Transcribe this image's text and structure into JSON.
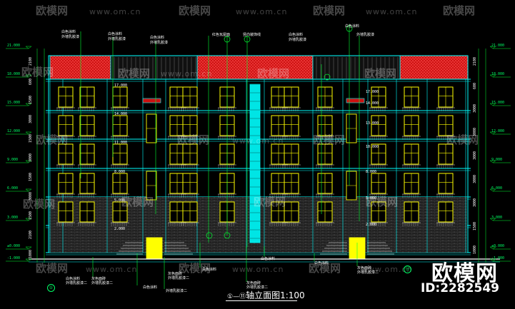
{
  "drawing": {
    "title": "①—⑪轴立面图1:100",
    "title_prefix": "①—⑪",
    "title_suffix": "轴立面图1:100",
    "axis_start": "①",
    "axis_end": "⑪"
  },
  "watermark": {
    "brand": "欧模网",
    "site": "www.om.cn",
    "id_text": "ID:2282549"
  },
  "elevations_left": [
    "21.000",
    "18.000",
    "15.000",
    "12.000",
    "9.000",
    "6.000",
    "3.000",
    "±0.000",
    "-1.000"
  ],
  "elevations_right": [
    "21.000",
    "18.000",
    "15.000",
    "12.000",
    "9.000",
    "6.000",
    "3.000",
    "±0.000",
    "-1.000"
  ],
  "floor_levels_center": [
    "17.000",
    "14.000",
    "11.000",
    "8.000",
    "5.000",
    "2.000"
  ],
  "floor_levels_right_center": [
    "17.000",
    "14.000",
    "13.000",
    "10.000",
    "8.000",
    "5.000",
    "2.000"
  ],
  "dims_left": [
    "2100",
    "600",
    "1500",
    "3000",
    "1500",
    "3000",
    "1500",
    "3000",
    "1500",
    "2100",
    "1000"
  ],
  "dims_right": [
    "2100",
    "600",
    "3000",
    "3000",
    "3000",
    "3000",
    "3000",
    "1500",
    "1000"
  ],
  "notes": {
    "top": [
      "白色涂料",
      "外墙乳胶漆",
      "红色瓦屋面",
      "竖向装饰线"
    ],
    "bottom": [
      "白色涂料",
      "外墙乳胶漆二",
      "灰色面砖",
      "外墙乳胶漆二"
    ]
  },
  "colors": {
    "background": "#000000",
    "structure": "#00ffff",
    "window": "#ffff00",
    "roof": "#cc1010",
    "leader": "#00ff33",
    "stair_glass": "#00e5e5",
    "brick": "#5a5a5a"
  }
}
